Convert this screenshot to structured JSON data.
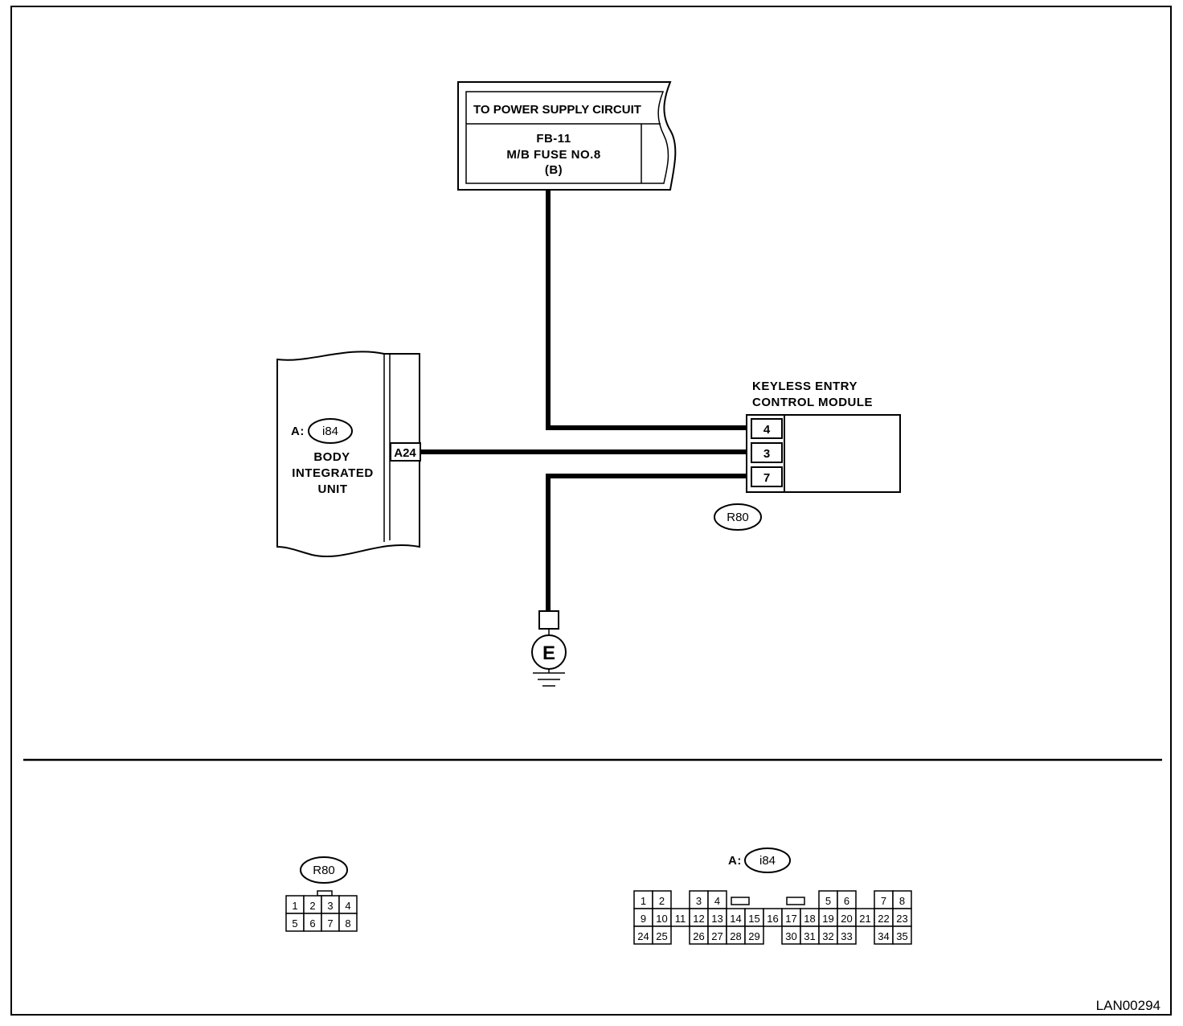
{
  "power_supply": {
    "header": "TO POWER SUPPLY CIRCUIT",
    "fuse_line1": "FB-11",
    "fuse_line2": "M/B FUSE NO.8",
    "fuse_line3": "(B)"
  },
  "body_unit": {
    "connector_prefix": "A:",
    "connector_code": "i84",
    "name_line1": "BODY",
    "name_line2": "INTEGRATED",
    "name_line3": "UNIT",
    "terminal": "A24"
  },
  "keyless_module": {
    "name_line1": "KEYLESS ENTRY",
    "name_line2": "CONTROL MODULE",
    "pins": [
      "4",
      "3",
      "7"
    ],
    "connector_code": "R80"
  },
  "ground": {
    "label": "E"
  },
  "connector_r80": {
    "code": "R80",
    "rows": [
      [
        "1",
        "2",
        "3",
        "4"
      ],
      [
        "5",
        "6",
        "7",
        "8"
      ]
    ]
  },
  "connector_i84": {
    "prefix": "A:",
    "code": "i84",
    "row1": [
      "1",
      "2",
      "3",
      "4",
      "5",
      "6",
      "7",
      "8"
    ],
    "row2": [
      "9",
      "10",
      "11",
      "12",
      "13",
      "14",
      "15",
      "16",
      "17",
      "18",
      "19",
      "20",
      "21",
      "22",
      "23"
    ],
    "row3": [
      "24",
      "25",
      "26",
      "27",
      "28",
      "29",
      "30",
      "31",
      "32",
      "33",
      "34",
      "35"
    ]
  },
  "figure_code": "LAN00294"
}
